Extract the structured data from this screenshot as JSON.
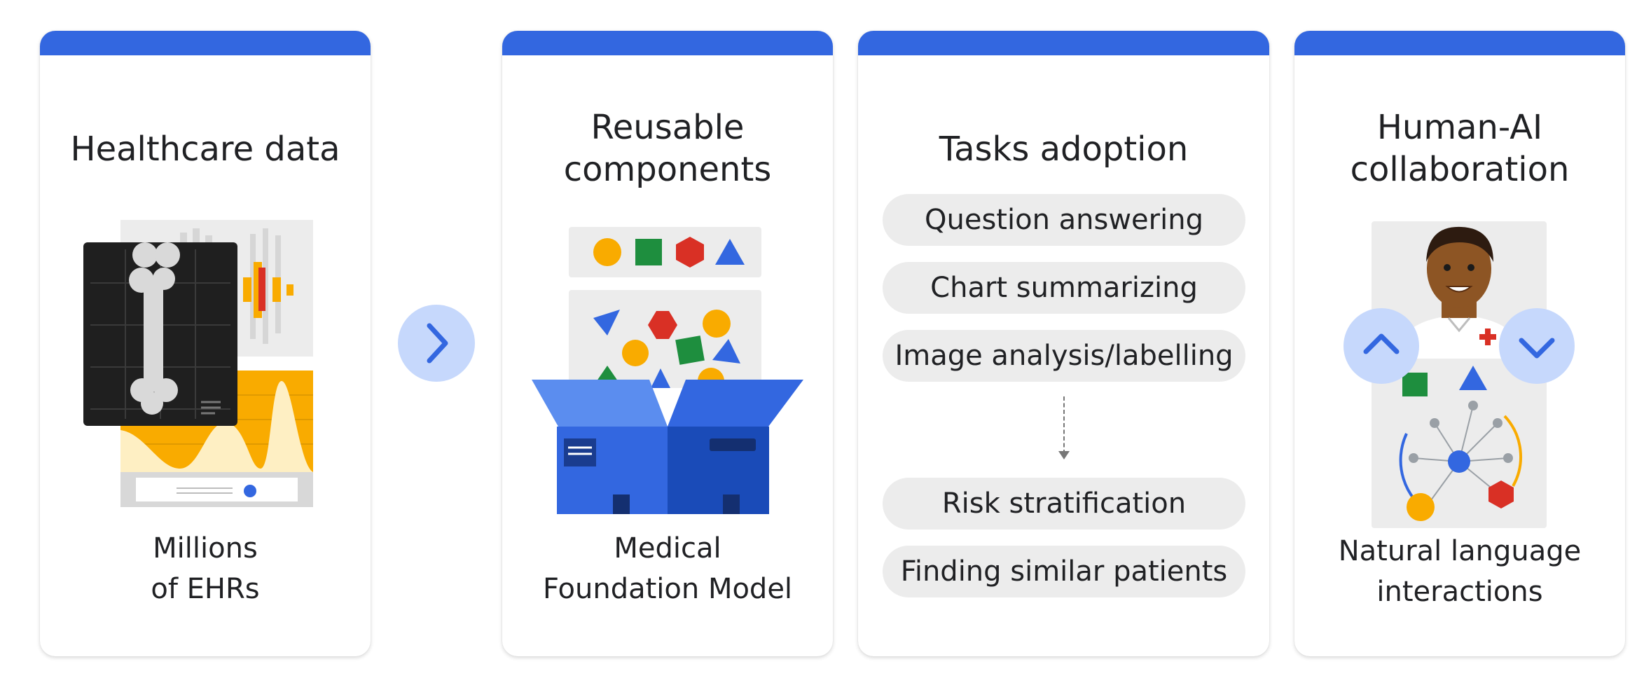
{
  "cards": [
    {
      "title": "Healthcare data",
      "footer": "Millions\nof EHRs",
      "icons": [
        "xray-bone-icon",
        "waveform-chart-icon",
        "area-chart-icon"
      ]
    },
    {
      "title": "Reusable\ncomponents",
      "footer": "Medical\nFoundation Model",
      "icons": [
        "shapes-strip-icon",
        "open-box-icon"
      ]
    },
    {
      "title": "Tasks adoption",
      "tasks_top": [
        "Question answering",
        "Chart summarizing",
        "Image analysis/labelling"
      ],
      "tasks_bottom": [
        "Risk stratification",
        "Finding similar patients"
      ],
      "icons": [
        "dashed-down-arrow-icon"
      ]
    },
    {
      "title": "Human-AI\ncollaboration",
      "footer": "Natural language\ninteractions",
      "icons": [
        "doctor-avatar-icon",
        "network-graph-icon",
        "chevron-up-icon",
        "chevron-down-icon"
      ]
    }
  ],
  "connector_icon": "chevron-right-icon",
  "colors": {
    "accent_bar": "#3367e0",
    "circle_button": "#c6d8fc",
    "pill_bg": "#ececec",
    "yellow": "#f9ab00",
    "green": "#1e8e3e",
    "red": "#d93025",
    "blue": "#3367e0"
  }
}
